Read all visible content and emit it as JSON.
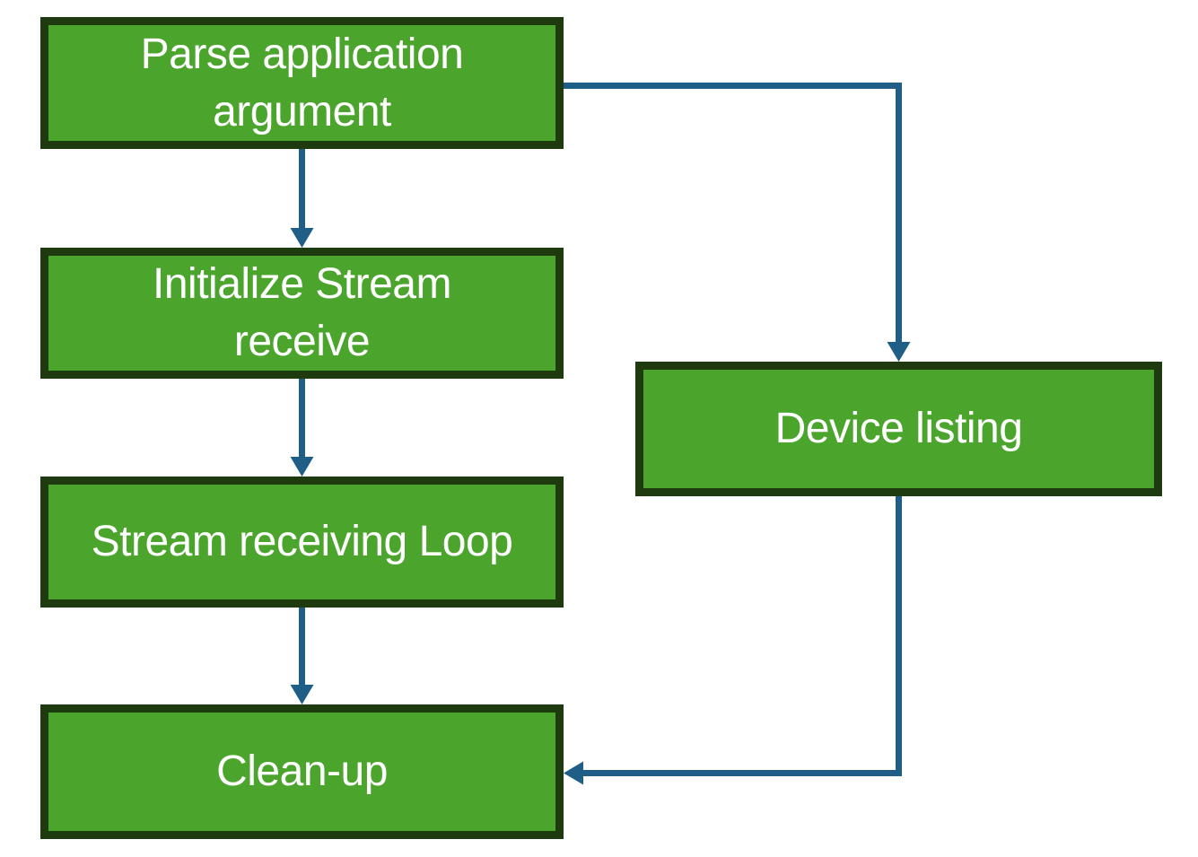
{
  "diagram": {
    "type": "flowchart",
    "background_color": "#FFFFFF",
    "colors": {
      "node_fill": "#4BA52D",
      "node_border": "#1E3B10",
      "node_text": "#FFFFFF",
      "connector": "#1F5F87"
    },
    "nodes": [
      {
        "id": "parse",
        "label": "Parse application argument"
      },
      {
        "id": "init",
        "label": "Initialize Stream receive"
      },
      {
        "id": "loop",
        "label": "Stream receiving Loop"
      },
      {
        "id": "clean",
        "label": "Clean-up"
      },
      {
        "id": "device",
        "label": "Device listing"
      }
    ],
    "edges": [
      {
        "from": "parse",
        "to": "init",
        "style": "straight-down-arrow"
      },
      {
        "from": "init",
        "to": "loop",
        "style": "straight-down-arrow"
      },
      {
        "from": "loop",
        "to": "clean",
        "style": "straight-down-arrow"
      },
      {
        "from": "parse",
        "to": "device",
        "style": "elbow-right-then-down-arrow"
      },
      {
        "from": "device",
        "to": "clean",
        "style": "elbow-down-then-left-arrow"
      }
    ]
  }
}
